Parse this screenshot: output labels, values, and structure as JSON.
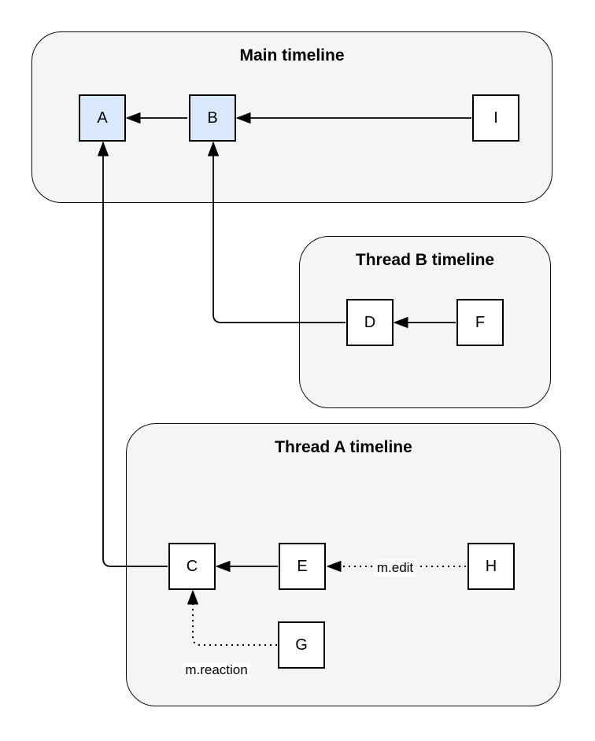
{
  "containers": [
    {
      "id": "main",
      "title": "Main timeline"
    },
    {
      "id": "thread-b",
      "title": "Thread B timeline"
    },
    {
      "id": "thread-a",
      "title": "Thread A timeline"
    }
  ],
  "nodes": [
    {
      "id": "A",
      "label": "A",
      "container": "main",
      "highlighted": true
    },
    {
      "id": "B",
      "label": "B",
      "container": "main",
      "highlighted": true
    },
    {
      "id": "I",
      "label": "I",
      "container": "main",
      "highlighted": false
    },
    {
      "id": "D",
      "label": "D",
      "container": "thread-b",
      "highlighted": false
    },
    {
      "id": "F",
      "label": "F",
      "container": "thread-b",
      "highlighted": false
    },
    {
      "id": "C",
      "label": "C",
      "container": "thread-a",
      "highlighted": false
    },
    {
      "id": "E",
      "label": "E",
      "container": "thread-a",
      "highlighted": false
    },
    {
      "id": "H",
      "label": "H",
      "container": "thread-a",
      "highlighted": false
    },
    {
      "id": "G",
      "label": "G",
      "container": "thread-a",
      "highlighted": false
    }
  ],
  "edges": [
    {
      "from": "B",
      "to": "A",
      "style": "solid",
      "label": ""
    },
    {
      "from": "I",
      "to": "B",
      "style": "solid",
      "label": ""
    },
    {
      "from": "F",
      "to": "D",
      "style": "solid",
      "label": ""
    },
    {
      "from": "D",
      "to": "B",
      "style": "solid",
      "label": ""
    },
    {
      "from": "E",
      "to": "C",
      "style": "solid",
      "label": ""
    },
    {
      "from": "C",
      "to": "A",
      "style": "solid",
      "label": ""
    },
    {
      "from": "H",
      "to": "E",
      "style": "dotted",
      "label": "m.edit"
    },
    {
      "from": "G",
      "to": "C",
      "style": "dotted",
      "label": "m.reaction"
    }
  ],
  "colors": {
    "canvas_background": "#ffffff",
    "container_fill": "#f5f5f5",
    "container_border": "#0a0a0a",
    "node_fill": "#ffffff",
    "highlighted_node_fill": "#dae8fc",
    "node_border": "#000000",
    "edge_color": "#000000",
    "edge_label_background": "#fcfcfc"
  }
}
